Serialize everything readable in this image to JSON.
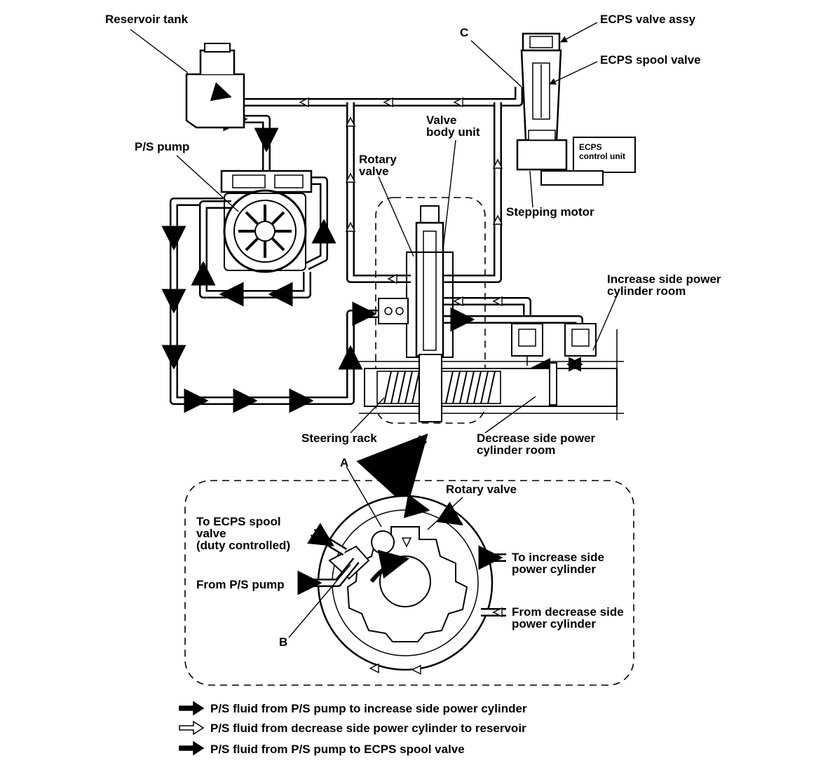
{
  "labels": {
    "reservoir_tank": "Reservoir tank",
    "ps_pump": "P/S pump",
    "c": "C",
    "ecps_valve_assy": "ECPS valve assy",
    "ecps_spool_valve": "ECPS spool valve",
    "ecps_control_unit_1": "ECPS",
    "ecps_control_unit_2": "control unit",
    "valve_body_unit_1": "Valve",
    "valve_body_unit_2": "body unit",
    "rotary_valve_1": "Rotary",
    "rotary_valve_2": "valve",
    "stepping_motor": "Stepping motor",
    "increase_side_1": "Increase side power",
    "increase_side_2": "cylinder room",
    "steering_rack": "Steering rack",
    "decrease_side_1": "Decrease side power",
    "decrease_side_2": "cylinder room",
    "a": "A",
    "b": "B",
    "rotary_valve_detail": "Rotary valve",
    "to_ecps_1": "To ECPS spool",
    "to_ecps_2": "valve",
    "to_ecps_3": "(duty controlled)",
    "from_pump": "From P/S pump",
    "to_increase_1": "To increase side",
    "to_increase_2": "power cylinder",
    "from_decrease_1": "From decrease side",
    "from_decrease_2": "power cylinder"
  },
  "legend": [
    {
      "style": "black",
      "text": "P/S fluid from P/S pump to increase side power cylinder"
    },
    {
      "style": "white",
      "text": "P/S fluid from decrease side power cylinder to reservoir"
    },
    {
      "style": "black",
      "text": "P/S fluid from P/S pump to ECPS spool valve"
    }
  ]
}
